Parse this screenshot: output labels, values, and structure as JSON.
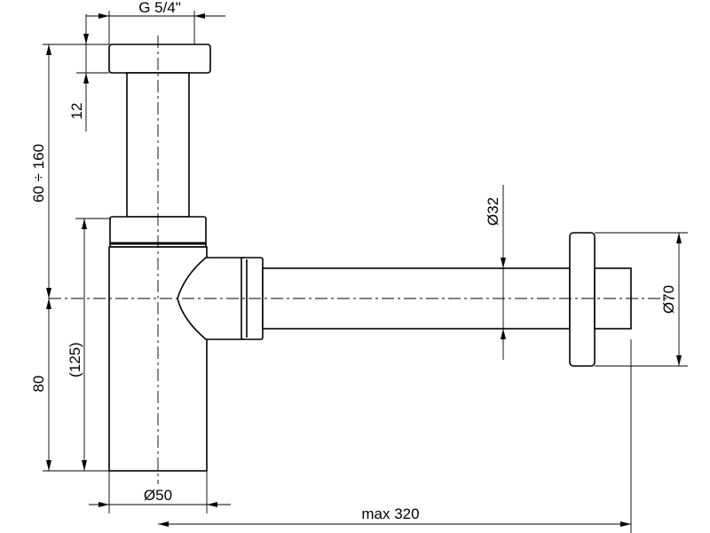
{
  "dimensions": {
    "thread": "G 5/4\"",
    "nut_height": "12",
    "adjust_range": "60 ÷ 160",
    "outlet_height": "80",
    "body_height": "(125)",
    "body_diameter": "Ø50",
    "pipe_diameter": "Ø32",
    "rosette_diameter": "Ø70",
    "max_length": "max 320"
  }
}
